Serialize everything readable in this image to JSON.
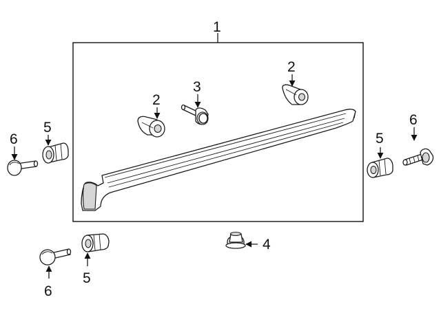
{
  "callouts": [
    {
      "id": "c1",
      "label": "1"
    },
    {
      "id": "c2a",
      "label": "2"
    },
    {
      "id": "c2b",
      "label": "2"
    },
    {
      "id": "c3",
      "label": "3"
    },
    {
      "id": "c4",
      "label": "4"
    },
    {
      "id": "c5a",
      "label": "5"
    },
    {
      "id": "c5b",
      "label": "5"
    },
    {
      "id": "c5c",
      "label": "5"
    },
    {
      "id": "c6a",
      "label": "6"
    },
    {
      "id": "c6b",
      "label": "6"
    },
    {
      "id": "c6c",
      "label": "6"
    }
  ]
}
